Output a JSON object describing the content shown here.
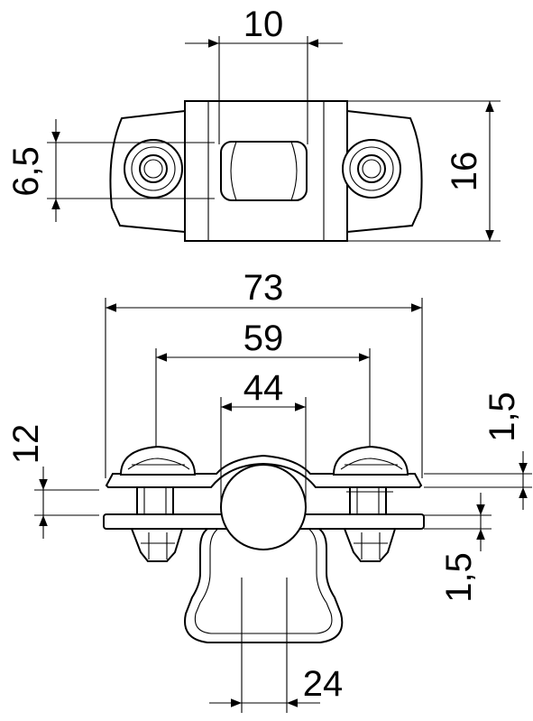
{
  "top_view": {
    "dim_slot_width": "10",
    "dim_hole_diameter": "6,5",
    "dim_body_height": "16"
  },
  "side_view": {
    "dim_overall_length": "73",
    "dim_hole_spacing": "59",
    "dim_pipe_diameter": "44",
    "dim_top_thickness": "1,5",
    "dim_height_12": "12",
    "dim_bottom_thickness": "1,5",
    "dim_stirrup_width": "24"
  }
}
